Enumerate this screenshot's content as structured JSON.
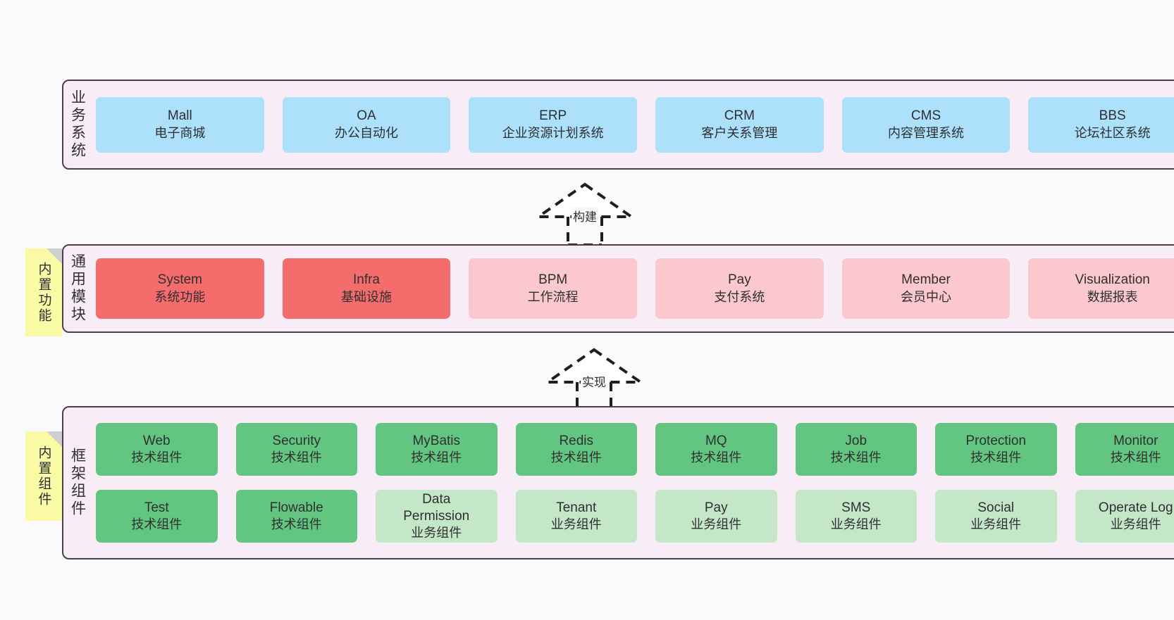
{
  "diagram": {
    "background_color": "#fafafa",
    "panel_fill": "#f8ecf7",
    "panel_border": "#4b414d",
    "sticky_color": "#fafaa5",
    "colors": {
      "blue": "#ace0fb",
      "red": "#f56c6c",
      "pink": "#fbc8cd",
      "green": "#63c680",
      "light_green": "#c4e7c8"
    }
  },
  "layers": [
    {
      "id": "business-system",
      "title": "业务系统",
      "rows": [
        {
          "cards": [
            {
              "name": "Mall",
              "sub": "电子商城",
              "color": "blue"
            },
            {
              "name": "OA",
              "sub": "办公自动化",
              "color": "blue"
            },
            {
              "name": "ERP",
              "sub": "企业资源计划系统",
              "color": "blue"
            },
            {
              "name": "CRM",
              "sub": "客户关系管理",
              "color": "blue"
            },
            {
              "name": "CMS",
              "sub": "内容管理系统",
              "color": "blue"
            },
            {
              "name": "BBS",
              "sub": "论坛社区系统",
              "color": "blue"
            }
          ]
        }
      ]
    },
    {
      "id": "common-module",
      "title": "通用模块",
      "sticky": "内置功能",
      "rows": [
        {
          "cards": [
            {
              "name": "System",
              "sub": "系统功能",
              "color": "red"
            },
            {
              "name": "Infra",
              "sub": "基础设施",
              "color": "red"
            },
            {
              "name": "BPM",
              "sub": "工作流程",
              "color": "pink"
            },
            {
              "name": "Pay",
              "sub": "支付系统",
              "color": "pink"
            },
            {
              "name": "Member",
              "sub": "会员中心",
              "color": "pink"
            },
            {
              "name": "Visualization",
              "sub": "数据报表",
              "color": "pink"
            }
          ]
        }
      ]
    },
    {
      "id": "framework-component",
      "title": "框架组件",
      "sticky": "内置组件",
      "rows": [
        {
          "cards": [
            {
              "name": "Web",
              "sub": "技术组件",
              "color": "green"
            },
            {
              "name": "Security",
              "sub": "技术组件",
              "color": "green"
            },
            {
              "name": "MyBatis",
              "sub": "技术组件",
              "color": "green"
            },
            {
              "name": "Redis",
              "sub": "技术组件",
              "color": "green"
            },
            {
              "name": "MQ",
              "sub": "技术组件",
              "color": "green"
            },
            {
              "name": "Job",
              "sub": "技术组件",
              "color": "green"
            },
            {
              "name": "Protection",
              "sub": "技术组件",
              "color": "green"
            },
            {
              "name": "Monitor",
              "sub": "技术组件",
              "color": "green"
            }
          ]
        },
        {
          "cards": [
            {
              "name": "Test",
              "sub": "技术组件",
              "color": "green"
            },
            {
              "name": "Flowable",
              "sub": "技术组件",
              "color": "green"
            },
            {
              "name": "Data",
              "name2": "Permission",
              "sub": "业务组件",
              "color": "light_green"
            },
            {
              "name": "Tenant",
              "sub": "业务组件",
              "color": "light_green"
            },
            {
              "name": "Pay",
              "sub": "业务组件",
              "color": "light_green"
            },
            {
              "name": "SMS",
              "sub": "业务组件",
              "color": "light_green"
            },
            {
              "name": "Social",
              "sub": "业务组件",
              "color": "light_green"
            },
            {
              "name": "Operate Log",
              "sub": "业务组件",
              "color": "light_green"
            }
          ]
        }
      ]
    }
  ],
  "connectors": [
    {
      "id": "build",
      "label": "构建"
    },
    {
      "id": "implement",
      "label": "实现"
    }
  ]
}
